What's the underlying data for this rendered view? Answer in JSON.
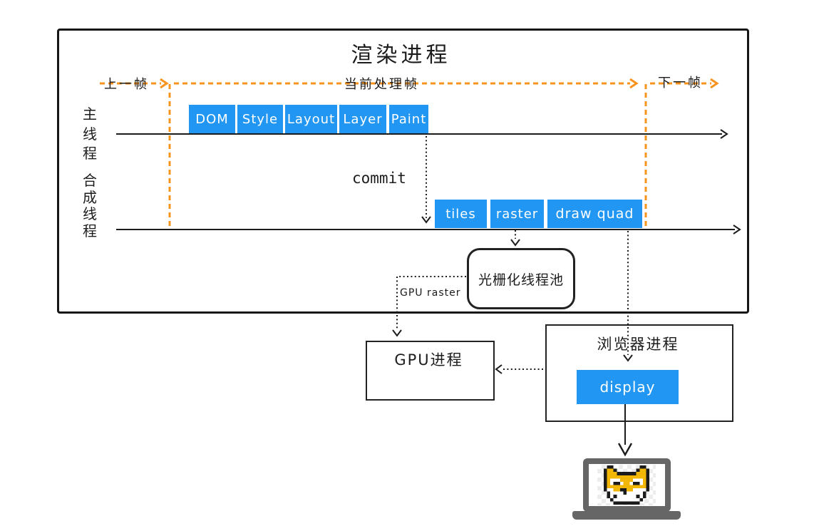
{
  "title": "渲染进程",
  "frame_markers": {
    "previous": "上一帧",
    "current": "当前处理帧",
    "next": "下一帧"
  },
  "main_thread": {
    "label": "主线程",
    "stages": [
      "DOM",
      "Style",
      "Layout",
      "Layer",
      "Paint"
    ]
  },
  "compositor_thread": {
    "label": "合成线程",
    "stages": [
      "tiles",
      "raster",
      "draw quad"
    ]
  },
  "commit_label": "commit",
  "raster_pool_label": "光栅化线程池",
  "gpu_raster_label": "GPU raster",
  "gpu_process_label": "GPU进程",
  "browser_process": {
    "label": "浏览器进程",
    "display_label": "display"
  },
  "icons": {
    "laptop": "laptop-icon",
    "dog": "pixel-shiba-dog-icon"
  },
  "colors": {
    "accent_blue": "#2196f3",
    "accent_orange": "#f8931d",
    "ink": "#1c1c1c",
    "laptop_gray": "#666666",
    "dog_yellow": "#f2b705"
  }
}
